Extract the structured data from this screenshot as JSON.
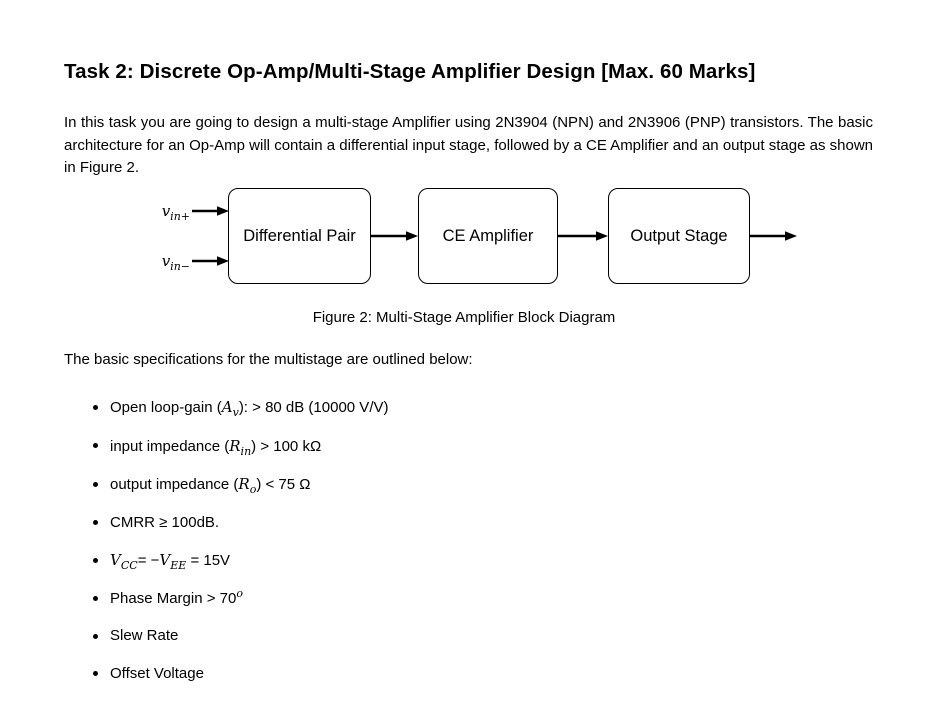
{
  "page": {
    "background": "#ffffff",
    "text_color": "#000000"
  },
  "title": "Task 2: Discrete Op-Amp/Multi-Stage Amplifier Design [Max. 60 Marks]",
  "intro": "In this task you are going to design a multi-stage Amplifier using 2N3904 (NPN) and 2N3906 (PNP) transistors. The basic architecture for an Op-Amp will contain a differential input stage, followed by a CE Amplifier and an output stage as shown in Figure 2.",
  "diagram": {
    "inputs": [
      {
        "base": "v",
        "sub": "in+"
      },
      {
        "base": "v",
        "sub": "in−"
      }
    ],
    "boxes": [
      {
        "label": "Differential Pair"
      },
      {
        "label": "CE Amplifier"
      },
      {
        "label": "Output Stage"
      }
    ]
  },
  "caption": "Figure 2: Multi-Stage Amplifier Block Diagram",
  "specs_intro": "The basic specifications for the multistage are outlined below:",
  "specs": {
    "items": [
      {
        "segments": [
          {
            "k": "t",
            "v": "Open loop-gain ("
          },
          {
            "k": "mi",
            "v": "A"
          },
          {
            "k": "sub",
            "v": "v"
          },
          {
            "k": "t",
            "v": "): > 80 dB (10000 V/V)"
          }
        ]
      },
      {
        "segments": [
          {
            "k": "t",
            "v": "input impedance ("
          },
          {
            "k": "mi",
            "v": "R"
          },
          {
            "k": "sub",
            "v": "in"
          },
          {
            "k": "t",
            "v": ") > 100 kΩ"
          }
        ]
      },
      {
        "segments": [
          {
            "k": "t",
            "v": "output impedance ("
          },
          {
            "k": "mi",
            "v": "R"
          },
          {
            "k": "sub",
            "v": "o"
          },
          {
            "k": "t",
            "v": ") < 75 Ω"
          }
        ]
      },
      {
        "segments": [
          {
            "k": "t",
            "v": "CMRR ≥ 100dB."
          }
        ]
      },
      {
        "segments": [
          {
            "k": "mi",
            "v": "V"
          },
          {
            "k": "sub",
            "v": "CC"
          },
          {
            "k": "t",
            "v": "= −"
          },
          {
            "k": "mi",
            "v": "V"
          },
          {
            "k": "sub",
            "v": "EE"
          },
          {
            "k": "t",
            "v": " = 15V"
          }
        ]
      },
      {
        "segments": [
          {
            "k": "t",
            "v": "Phase Margin > 70"
          },
          {
            "k": "sup",
            "v": "o"
          }
        ]
      },
      {
        "segments": [
          {
            "k": "t",
            "v": "Slew Rate"
          }
        ]
      },
      {
        "segments": [
          {
            "k": "t",
            "v": "Offset Voltage"
          }
        ]
      }
    ]
  }
}
